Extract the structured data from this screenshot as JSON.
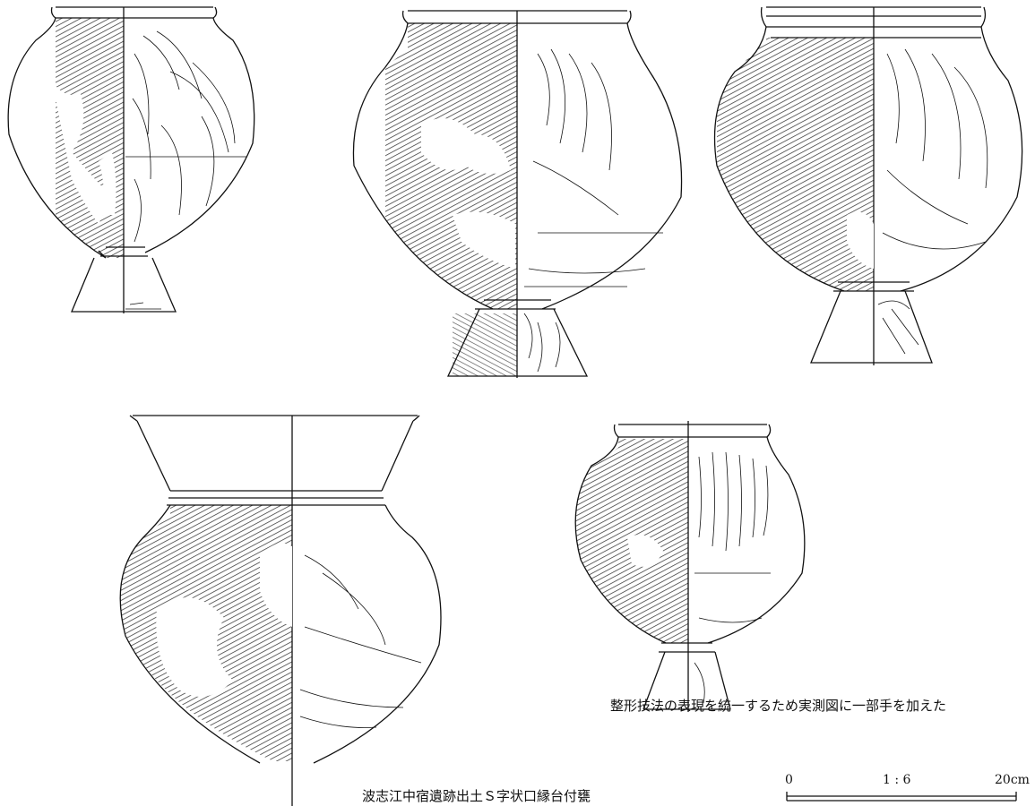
{
  "figure": {
    "note": "整形技法の表現を統一するため実測図に一部手を加えた",
    "title": "波志江中宿遺跡出土Ｓ字状口縁台付甕"
  },
  "scale": {
    "zero_label": "0",
    "ratio_label": "1 : 6",
    "max_label": "20cm"
  },
  "colors": {
    "ink": "#111111",
    "paper": "#ffffff"
  }
}
